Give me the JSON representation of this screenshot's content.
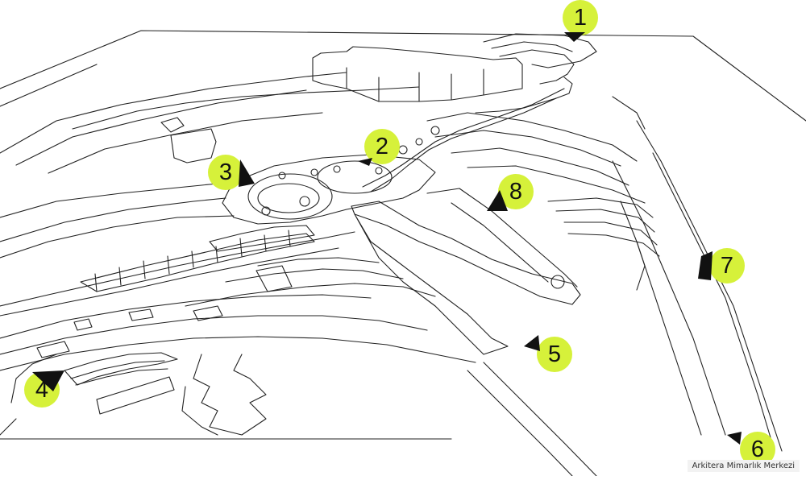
{
  "markers": [
    {
      "id": "marker-1",
      "label": "1"
    },
    {
      "id": "marker-2",
      "label": "2"
    },
    {
      "id": "marker-3",
      "label": "3"
    },
    {
      "id": "marker-4",
      "label": "4"
    },
    {
      "id": "marker-5",
      "label": "5"
    },
    {
      "id": "marker-6",
      "label": "6"
    },
    {
      "id": "marker-7",
      "label": "7"
    },
    {
      "id": "marker-8",
      "label": "8"
    }
  ],
  "credit": "Arkitera Mimarlık Merkezi",
  "colors": {
    "marker_fill": "#d6f13a",
    "marker_pointer": "#111111",
    "linework": "#222222"
  }
}
